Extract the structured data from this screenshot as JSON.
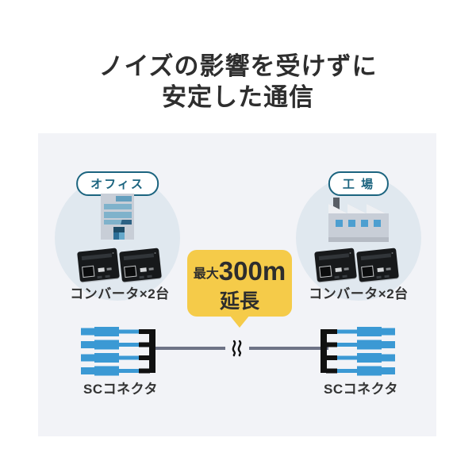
{
  "title": {
    "line1": "ノイズの影響を受けずに",
    "line2": "安定した通信"
  },
  "sites": {
    "left": {
      "badge": "オフィス",
      "device_label": "コンバータ×2台",
      "connector_label": "SCコネクタ",
      "device_count": 2
    },
    "right": {
      "badge": "工 場",
      "device_label": "コンバータ×2台",
      "connector_label": "SCコネクタ",
      "device_count": 2
    }
  },
  "callout": {
    "prefix": "最大",
    "value": "300m",
    "suffix": "延長"
  },
  "colors": {
    "panel_bg": "#f2f3f7",
    "circle_bg": "#e0e8ef",
    "badge_blue": "#1b647f",
    "bubble_yellow": "#f5cb49",
    "cable_blue": "#3b99d4",
    "link_gray": "#6e7386",
    "text_dark": "#2e2e2e",
    "device_black": "#17191b"
  }
}
